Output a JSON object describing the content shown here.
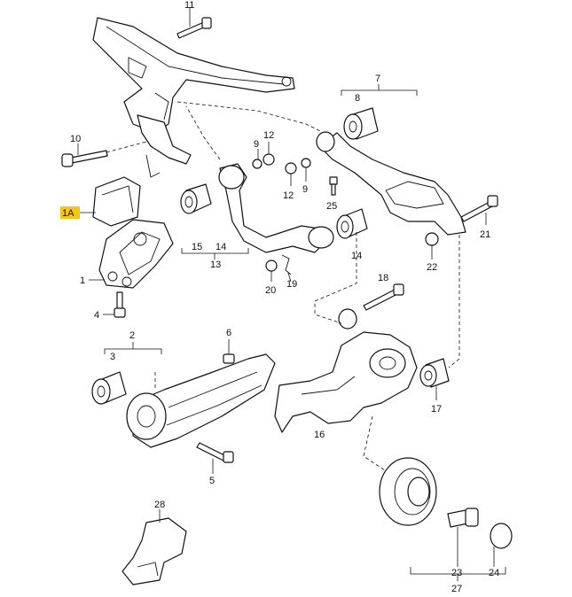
{
  "callouts": {
    "c1": "1",
    "c1A": "1A",
    "c2": "2",
    "c3": "3",
    "c4": "4",
    "c5": "5",
    "c6": "6",
    "c7": "7",
    "c8": "8",
    "c9a": "9",
    "c9b": "9",
    "c10": "10",
    "c11": "11",
    "c12a": "12",
    "c12b": "12",
    "c13": "13",
    "c14a": "14",
    "c14b": "14",
    "c15": "15",
    "c16": "16",
    "c17": "17",
    "c18": "18",
    "c19": "19",
    "c20": "20",
    "c21": "21",
    "c22": "22",
    "c23": "23",
    "c24": "24",
    "c25": "25",
    "c27": "27",
    "c28": "28"
  },
  "colors": {
    "highlight": "#f5c518",
    "line": "#111111"
  }
}
